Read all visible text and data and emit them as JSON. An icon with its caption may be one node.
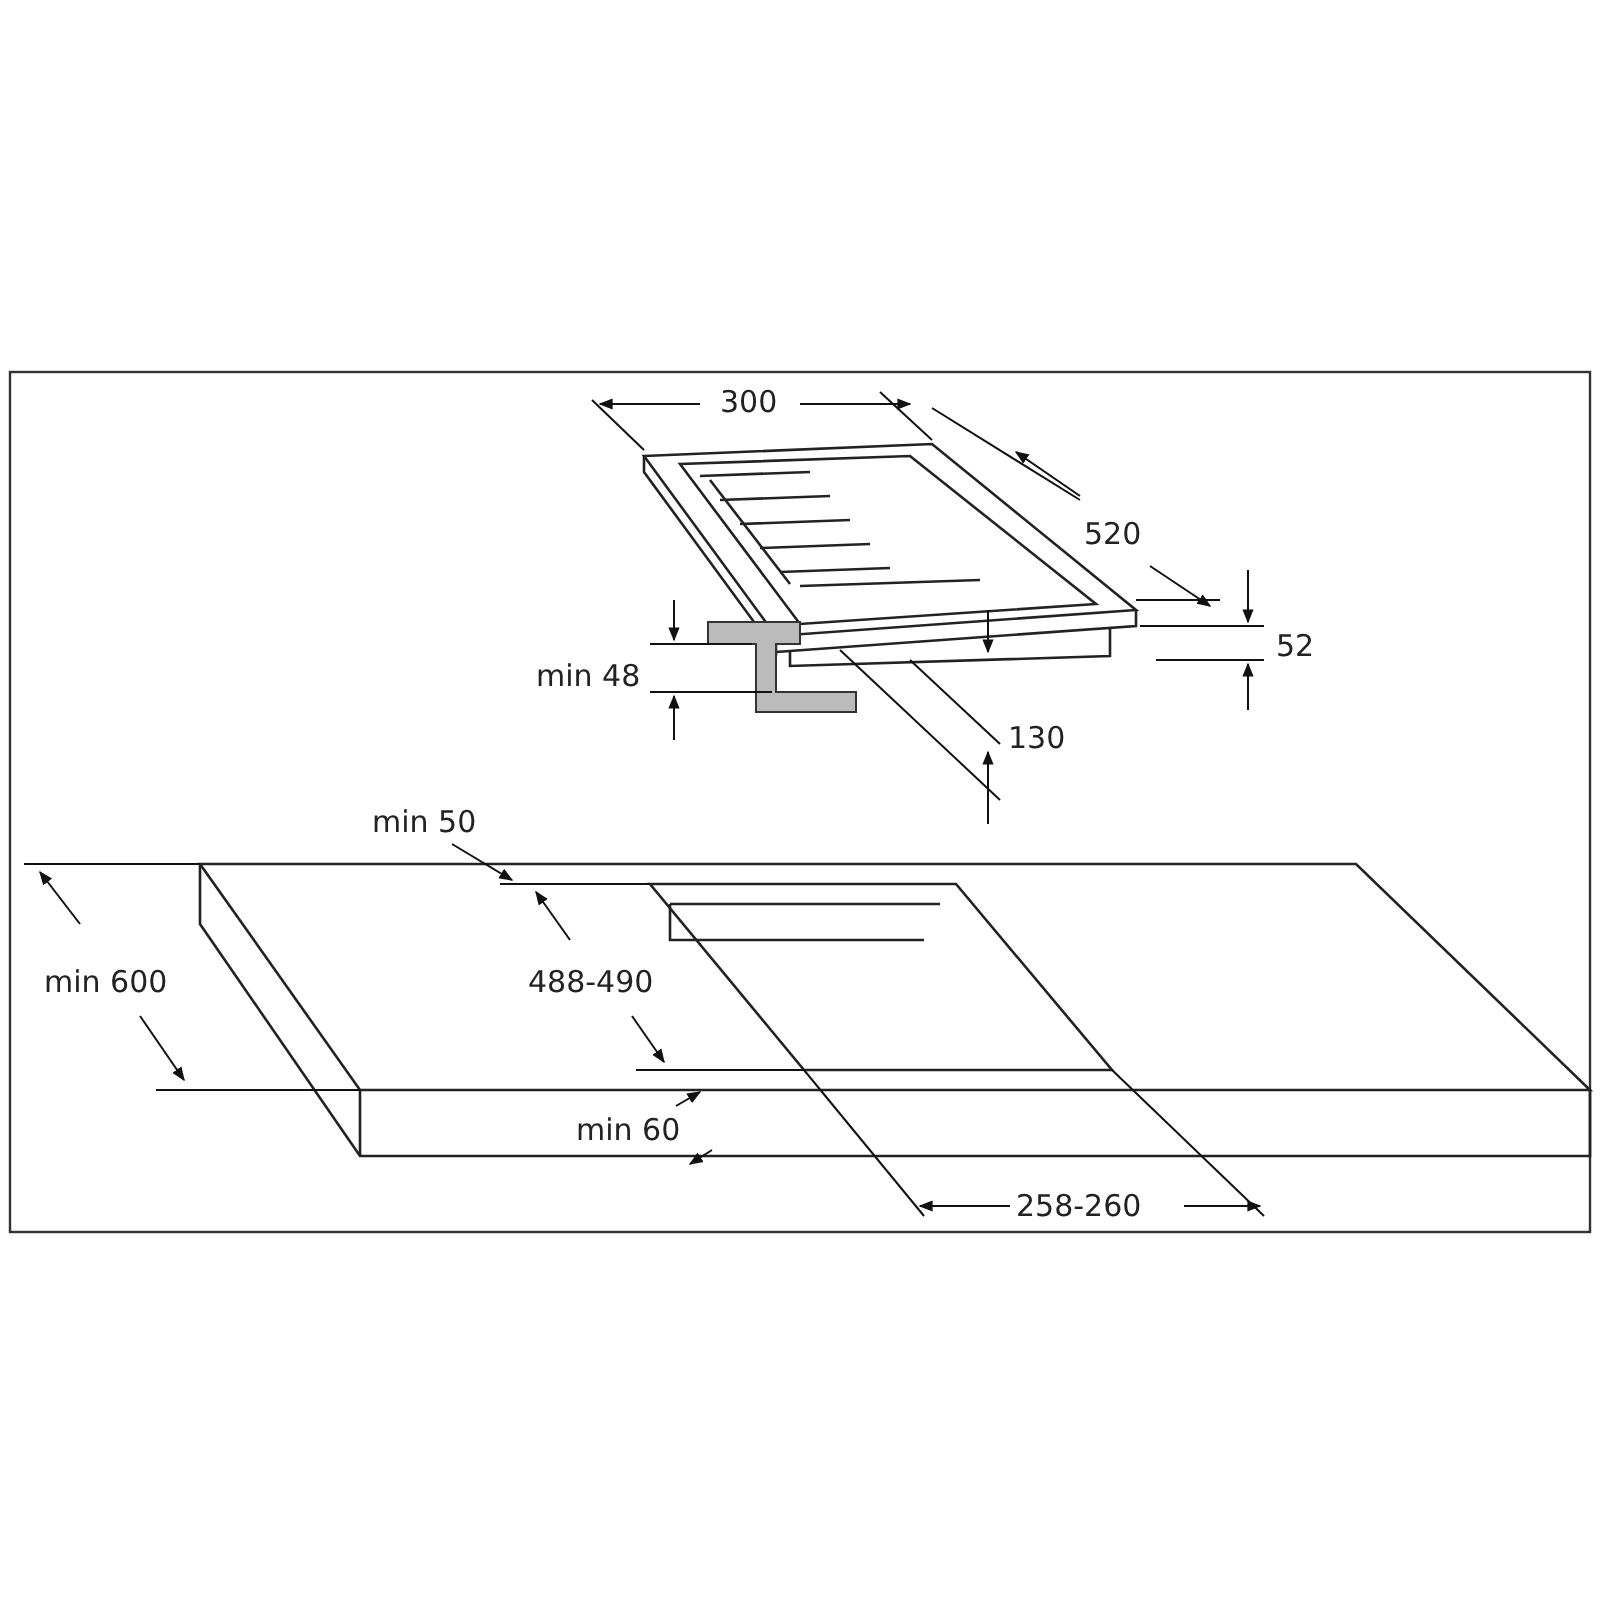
{
  "diagram": {
    "labels": [
      "300",
      "520",
      "min 48",
      "52",
      "130",
      "min 50",
      "min 600",
      "488-490",
      "min 60",
      "258-260"
    ]
  }
}
